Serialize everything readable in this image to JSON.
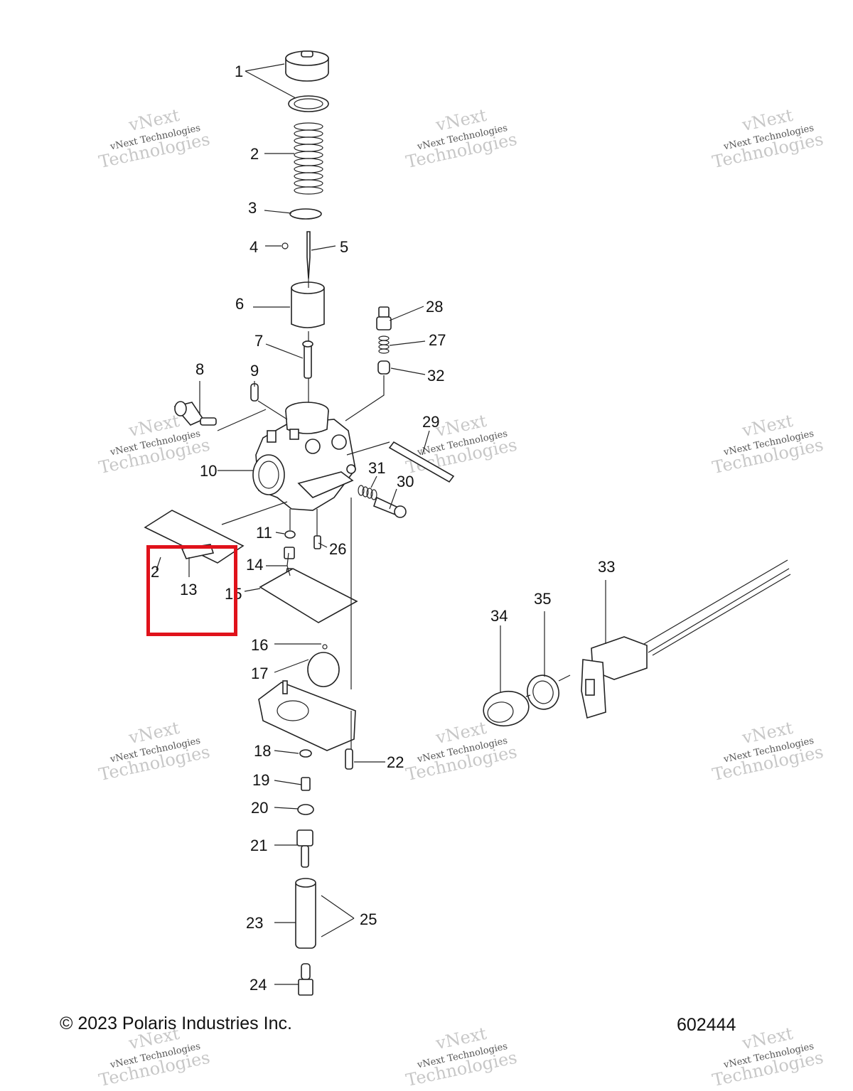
{
  "copyright": "© 2023 Polaris Industries Inc.",
  "figure_number": "602444",
  "watermark": {
    "line1": "vNext",
    "line2": "vNext Technologies",
    "line3": "Technologies"
  },
  "highlight_color": "#e0121b",
  "callouts": [
    "1",
    "2",
    "3",
    "4",
    "5",
    "6",
    "7",
    "8",
    "9",
    "10",
    "11",
    "2",
    "13",
    "14",
    "15",
    "16",
    "17",
    "18",
    "19",
    "20",
    "21",
    "22",
    "23",
    "24",
    "25",
    "26",
    "27",
    "28",
    "29",
    "30",
    "31",
    "32",
    "33",
    "34",
    "35"
  ]
}
